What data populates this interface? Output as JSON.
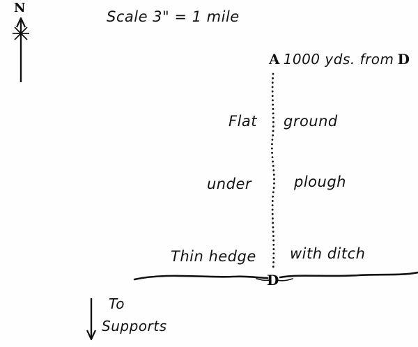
{
  "compass": {
    "north_label": "N"
  },
  "scale": {
    "text": "Scale 3\" = 1 mile"
  },
  "points": {
    "a_label": "A",
    "a_note": "1000 yds. from",
    "a_note_ref": "D",
    "d_label": "D"
  },
  "terrain": {
    "flat": "Flat",
    "ground": "ground",
    "under": "under",
    "plough": "plough",
    "thin_hedge": "Thin hedge",
    "with_ditch": "with ditch"
  },
  "supports": {
    "to": "To",
    "supports": "Supports"
  },
  "colors": {
    "ink": "#121212",
    "background": "#fefefe"
  }
}
